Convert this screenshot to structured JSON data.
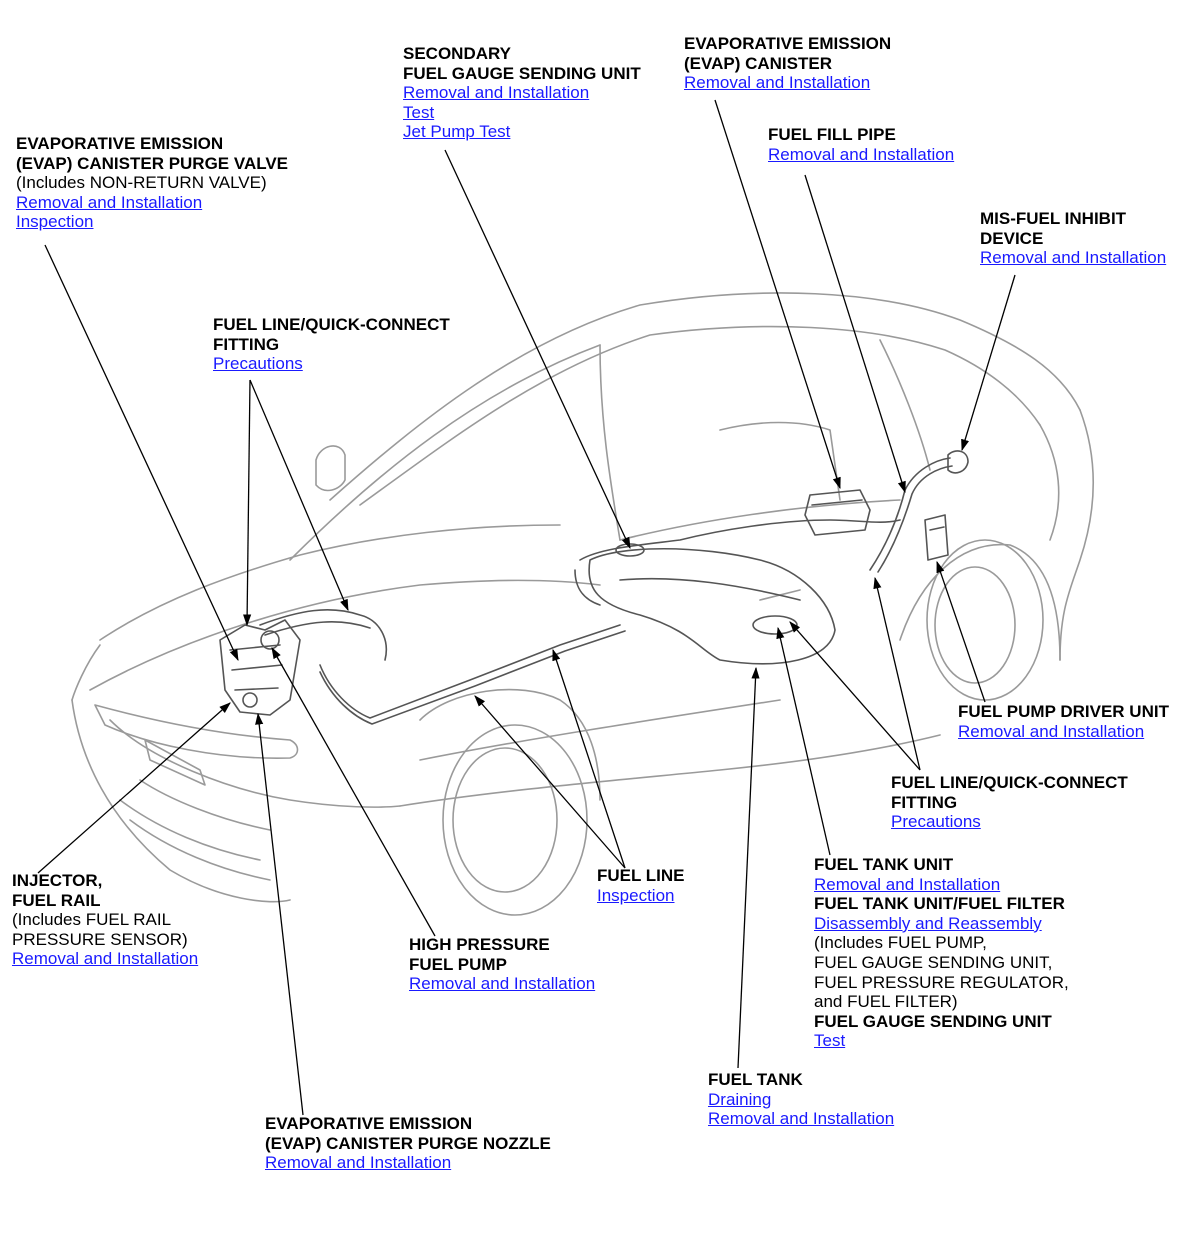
{
  "callouts": {
    "secondary_sending_unit": {
      "lines": [
        "SECONDARY",
        "FUEL GAUGE SENDING UNIT"
      ],
      "links": [
        "Removal and Installation",
        "Test",
        "Jet Pump Test"
      ]
    },
    "evap_canister": {
      "lines": [
        "EVAPORATIVE EMISSION",
        "(EVAP) CANISTER"
      ],
      "links": [
        "Removal and Installation"
      ]
    },
    "purge_valve": {
      "lines": [
        "EVAPORATIVE EMISSION",
        "(EVAP) CANISTER PURGE VALVE"
      ],
      "note": "(Includes NON-RETURN VALVE)",
      "links": [
        "Removal and Installation",
        "Inspection"
      ]
    },
    "fuel_fill_pipe": {
      "lines": [
        "FUEL FILL PIPE"
      ],
      "links": [
        "Removal and Installation"
      ]
    },
    "mis_fuel": {
      "lines": [
        "MIS-FUEL INHIBIT",
        "DEVICE"
      ],
      "links": [
        "Removal and Installation"
      ]
    },
    "quick_connect_front": {
      "lines": [
        "FUEL LINE/QUICK-CONNECT",
        "FITTING"
      ],
      "links": [
        "Precautions"
      ]
    },
    "fuel_pump_driver": {
      "lines": [
        "FUEL PUMP DRIVER UNIT"
      ],
      "links": [
        "Removal and Installation"
      ]
    },
    "quick_connect_rear": {
      "lines": [
        "FUEL LINE/QUICK-CONNECT",
        "FITTING"
      ],
      "links": [
        "Precautions"
      ]
    },
    "fuel_line": {
      "lines": [
        "FUEL LINE"
      ],
      "links": [
        "Inspection"
      ]
    },
    "injector": {
      "lines": [
        "INJECTOR,",
        "FUEL RAIL"
      ],
      "notes": [
        "(Includes FUEL RAIL",
        "PRESSURE SENSOR)"
      ],
      "links": [
        "Removal and Installation"
      ]
    },
    "fuel_tank_unit": {
      "title1": "FUEL TANK UNIT",
      "link1": "Removal and Installation",
      "title2": "FUEL TANK UNIT/FUEL FILTER",
      "link2": "Disassembly and Reassembly",
      "notes": [
        "(Includes FUEL PUMP,",
        "FUEL GAUGE SENDING UNIT,",
        "FUEL PRESSURE REGULATOR,",
        "and FUEL FILTER)"
      ],
      "title3": "FUEL GAUGE SENDING UNIT",
      "link3": "Test"
    },
    "high_pressure_pump": {
      "lines": [
        "HIGH PRESSURE",
        "FUEL PUMP"
      ],
      "links": [
        "Removal and Installation"
      ]
    },
    "fuel_tank": {
      "lines": [
        "FUEL TANK"
      ],
      "links": [
        "Draining",
        "Removal and Installation"
      ]
    },
    "purge_nozzle": {
      "lines": [
        "EVAPORATIVE EMISSION",
        "(EVAP) CANISTER PURGE NOZZLE"
      ],
      "links": [
        "Removal and Installation"
      ]
    }
  },
  "colors": {
    "link": "#1a1aff",
    "text": "#000000",
    "line_art": "#555555"
  }
}
